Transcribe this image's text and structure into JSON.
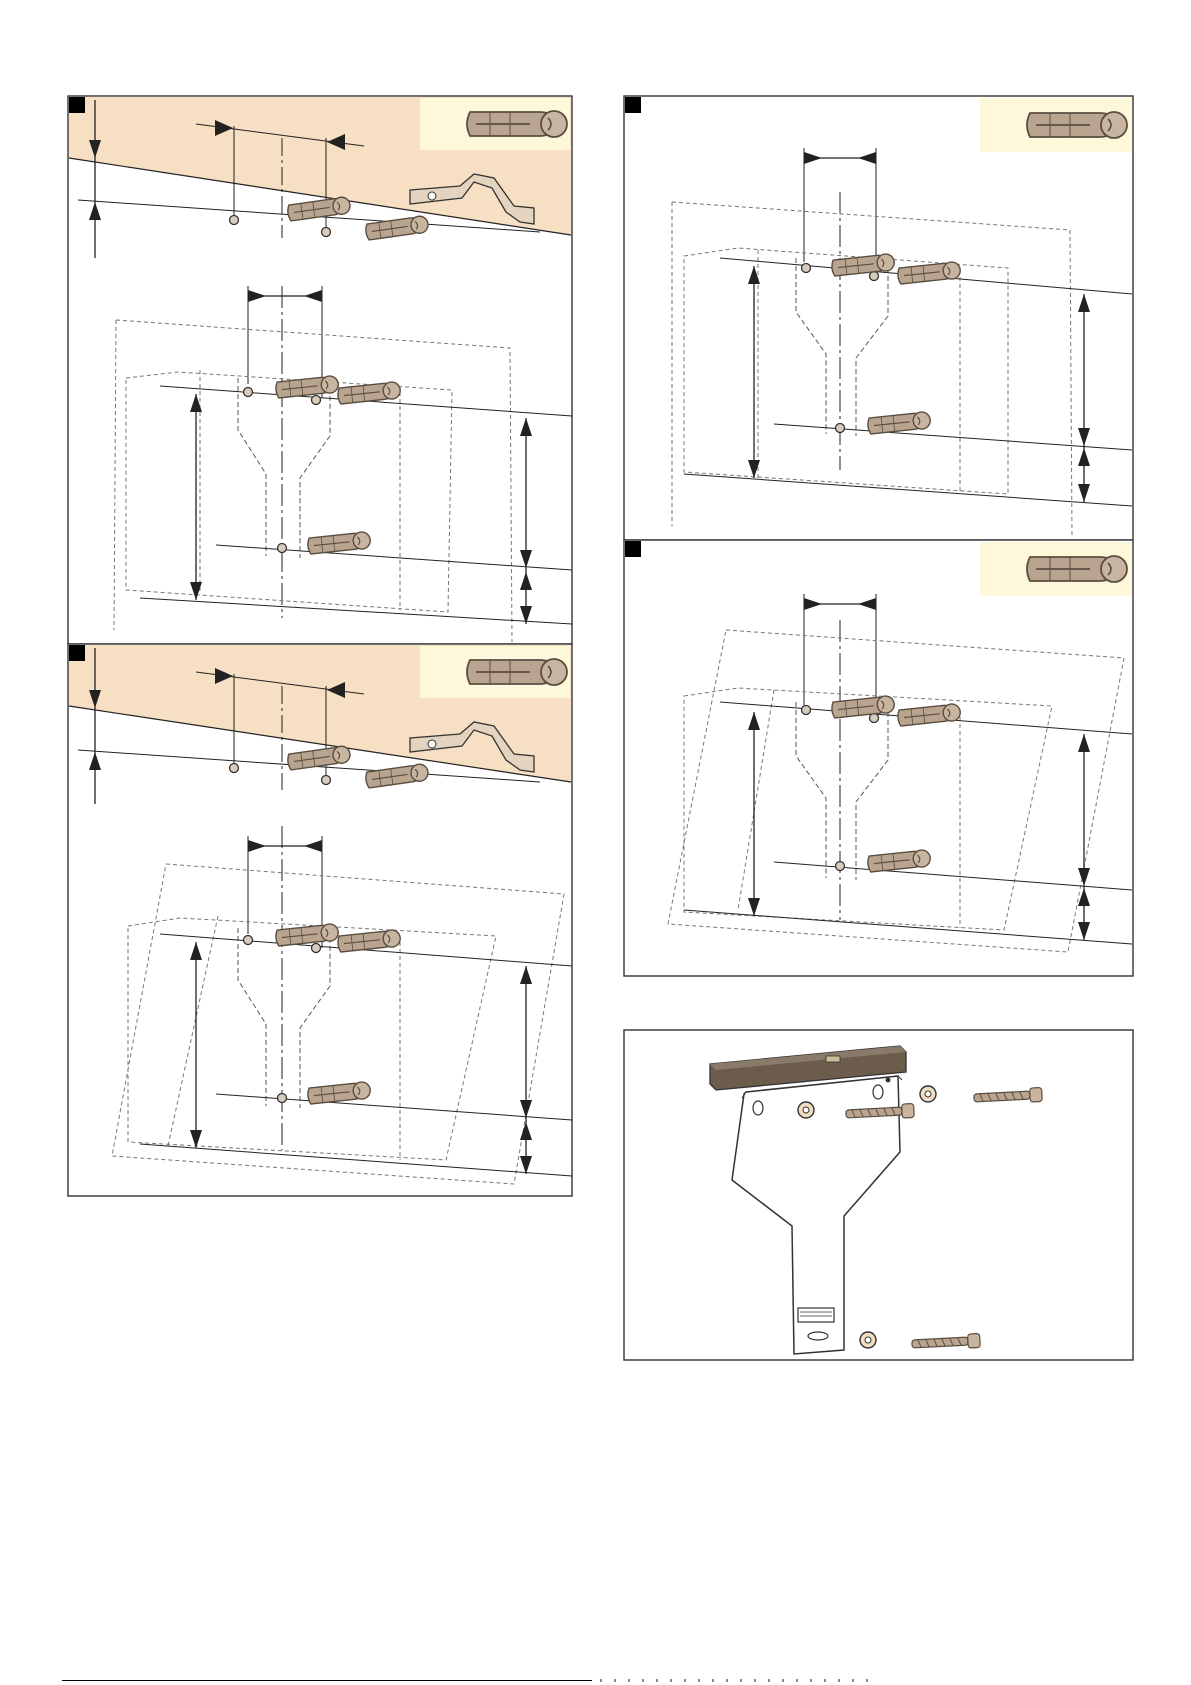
{
  "page": {
    "background": "#ffffff"
  },
  "colors": {
    "frame": "#333333",
    "ceiling": "#f6dfc2",
    "badge": "#fdf8d9",
    "dowel": "#b9a58f",
    "dowel_dark": "#5a4d40",
    "level": "#6b5c4c",
    "line": "#222222",
    "dash": "#777777"
  },
  "panels": [
    {
      "id": "panel-a",
      "marker": "",
      "ceiling": true,
      "tilted": false,
      "icon": "wall-plug-icon"
    },
    {
      "id": "panel-b",
      "marker": "",
      "ceiling": false,
      "tilted": false,
      "icon": "wall-plug-icon"
    },
    {
      "id": "panel-c",
      "marker": "",
      "ceiling": true,
      "tilted": true,
      "icon": "wall-plug-icon"
    },
    {
      "id": "panel-d",
      "marker": "",
      "ceiling": false,
      "tilted": true,
      "icon": "wall-plug-icon"
    }
  ],
  "bracket_panel": {
    "parts": [
      "spirit-level-icon",
      "mounting-bracket-icon",
      "washer-icon",
      "screw-icon"
    ]
  }
}
